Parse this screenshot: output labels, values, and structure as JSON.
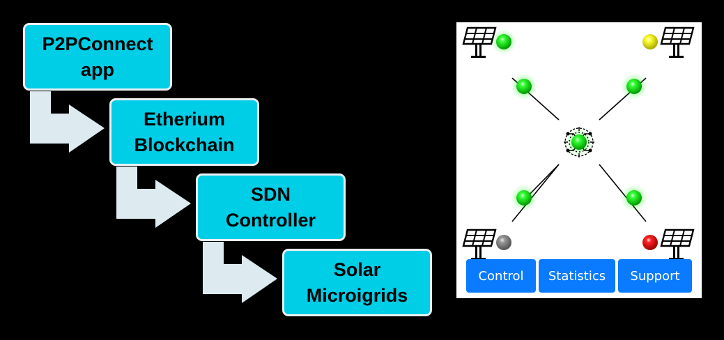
{
  "flow": {
    "steps": [
      {
        "label": "P2PConnect\napp"
      },
      {
        "label": "Etherium\nBlockchain"
      },
      {
        "label": "SDN\nController"
      },
      {
        "label": "Solar\nMicroigrids"
      }
    ],
    "box_color": "#00CEE6",
    "border_color": "#E9F1F5",
    "arrow_color": "#DDEBF0"
  },
  "network": {
    "solar_panel_icons": 4,
    "status_lights": {
      "top_left": "green",
      "top_right": "yellow",
      "bottom_left": "gray",
      "bottom_right": "red",
      "center_hub": "green",
      "relay_nodes": [
        "green",
        "green",
        "green",
        "green"
      ]
    },
    "center_icon": "circuit-brain-icon"
  },
  "buttons": {
    "control": "Control",
    "statistics": "Statistics",
    "support": "Support"
  },
  "colors": {
    "background": "#000000",
    "panel": "#FFFFFF",
    "button": "#0A7BFF",
    "green": "#00D200",
    "yellow": "#E6E600",
    "red": "#E00000",
    "gray": "#8A8A8A"
  }
}
